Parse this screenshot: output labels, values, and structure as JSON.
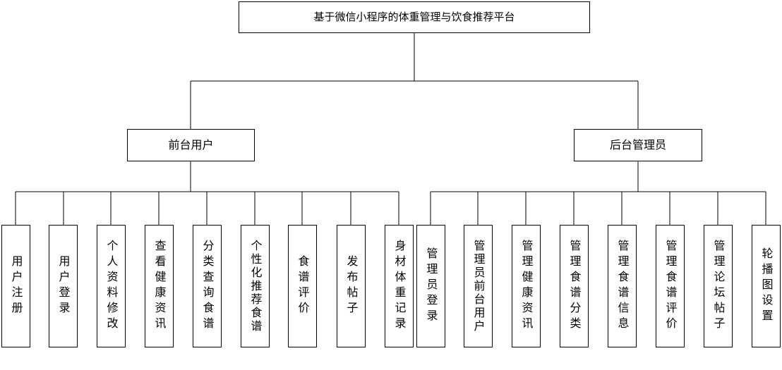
{
  "root": {
    "label": "基于微信小程序的体重管理与饮食推荐平台"
  },
  "front": {
    "label": "前台用户",
    "items": [
      "用户注册",
      "用户登录",
      "个人资料修改",
      "查看健康资讯",
      "分类查询食谱",
      "个性化推荐食谱",
      "食谱评价",
      "发布帖子",
      "身材体重记录"
    ]
  },
  "back": {
    "label": "后台管理员",
    "items": [
      "管理员登录",
      "管理员前台用户",
      "管理健康资讯",
      "管理食谱分类",
      "管理食谱信息",
      "管理食谱评价",
      "管理论坛帖子",
      "轮播图设置"
    ]
  }
}
